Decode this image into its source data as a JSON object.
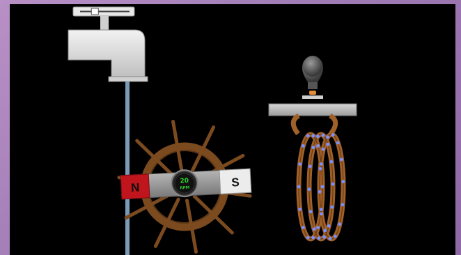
{
  "faucet": {
    "flow_label": "",
    "flow_level": 0.3
  },
  "magnet": {
    "north_label": "N",
    "south_label": "S",
    "colors": {
      "north": "#c0151c",
      "south": "#e8e8e8",
      "body": "#9a9a9a"
    }
  },
  "rpm_gauge": {
    "value": "20",
    "unit": "RPM",
    "color": "#2fd12f"
  },
  "wheel": {
    "color": "#7b4a1f"
  },
  "bulb": {
    "state": "off"
  },
  "coil": {
    "color": "#a0602a",
    "electron_color": "#6e8cff"
  },
  "icons": [
    "faucet-icon",
    "water-wheel-icon",
    "bar-magnet-icon",
    "light-bulb-icon",
    "coil-icon"
  ]
}
